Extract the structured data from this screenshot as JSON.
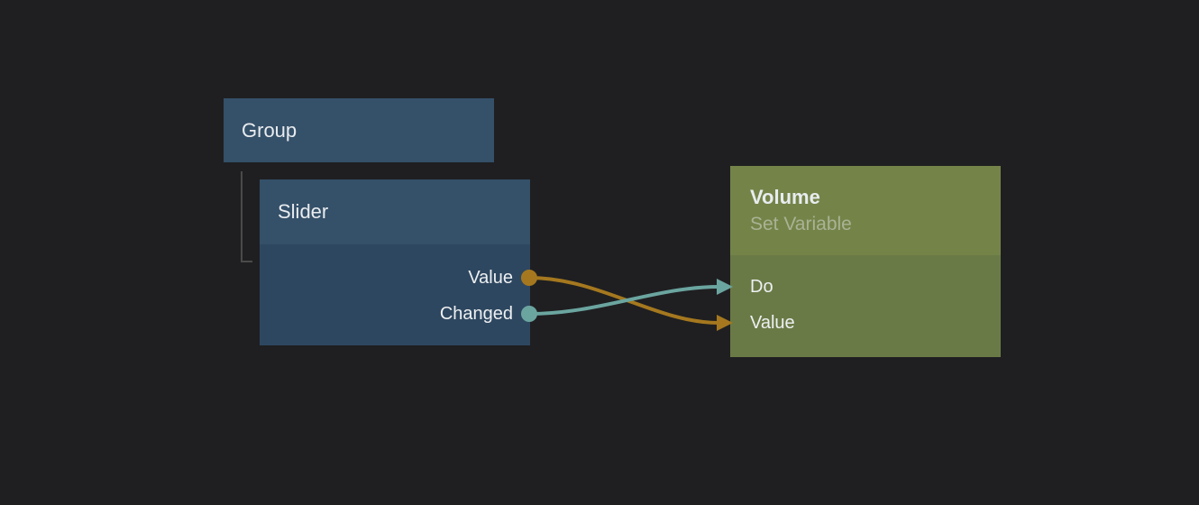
{
  "canvas": {
    "background": "#1f1f21"
  },
  "colors": {
    "node_blue_header": "#355069",
    "node_blue_body": "#2e4760",
    "node_green_header": "#748449",
    "node_green_body": "#6a7a46",
    "wire_orange": "#a5781f",
    "wire_teal": "#6ba5a0",
    "group_link_line": "#4a4a4a",
    "title_text": "#e9ecef",
    "subtitle_text": "#aab294"
  },
  "nodes": {
    "group": {
      "title": "Group"
    },
    "slider": {
      "title": "Slider",
      "outputs": [
        {
          "label": "Value",
          "port_color": "#a5781f"
        },
        {
          "label": "Changed",
          "port_color": "#6ba5a0"
        }
      ]
    },
    "volume": {
      "title": "Volume",
      "subtitle": "Set Variable",
      "inputs": [
        {
          "label": "Do"
        },
        {
          "label": "Value"
        }
      ]
    }
  },
  "connections": [
    {
      "from_node": "Slider",
      "from_port": "Value",
      "to_node": "Volume",
      "to_port": "Value",
      "color": "#a5781f"
    },
    {
      "from_node": "Slider",
      "from_port": "Changed",
      "to_node": "Volume",
      "to_port": "Do",
      "color": "#6ba5a0"
    }
  ]
}
